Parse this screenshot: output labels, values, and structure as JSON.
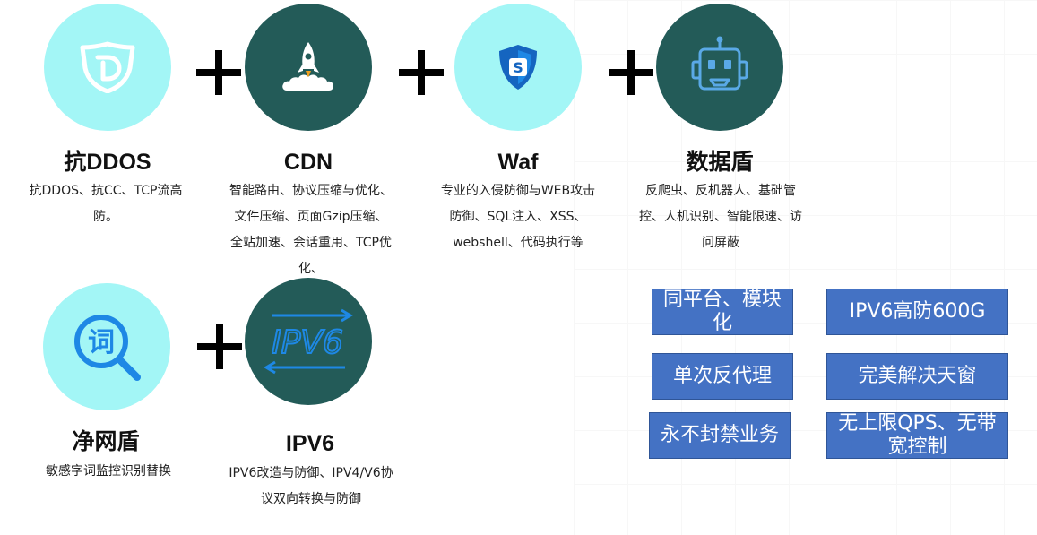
{
  "features": [
    {
      "title": "抗DDOS",
      "desc": "抗DDOS、抗CC、TCP流高防。",
      "icon": "shield-d-icon"
    },
    {
      "title": "CDN",
      "desc": "智能路由、协议压缩与优化、文件压缩、页面Gzip压缩、全站加速、会话重用、TCP优化、",
      "icon": "rocket-cloud-icon"
    },
    {
      "title": "Waf",
      "desc": "专业的入侵防御与WEB攻击防御、SQL注入、XSS、webshell、代码执行等",
      "icon": "shield-s-icon"
    },
    {
      "title": "数据盾",
      "desc": "反爬虫、反机器人、基础管控、人机识别、智能限速、访问屏蔽",
      "icon": "robot-icon"
    },
    {
      "title": "净网盾",
      "desc": "敏感字词监控识别替换",
      "icon": "magnifier-word-icon",
      "icon_char": "词"
    },
    {
      "title": "IPV6",
      "desc": "IPV6改造与防御、IPV4/V6协议双向转换与防御",
      "icon": "ipv6-icon",
      "icon_text": "IPV6"
    }
  ],
  "boxes": [
    "同平台、模块化",
    "IPV6高防600G",
    "单次反代理",
    "完美解决天窗",
    "永不封禁业务",
    "无上限QPS、无带宽控制"
  ],
  "colors": {
    "light": "#a3f6f6",
    "dark": "#235b58",
    "box": "#4472c4"
  }
}
